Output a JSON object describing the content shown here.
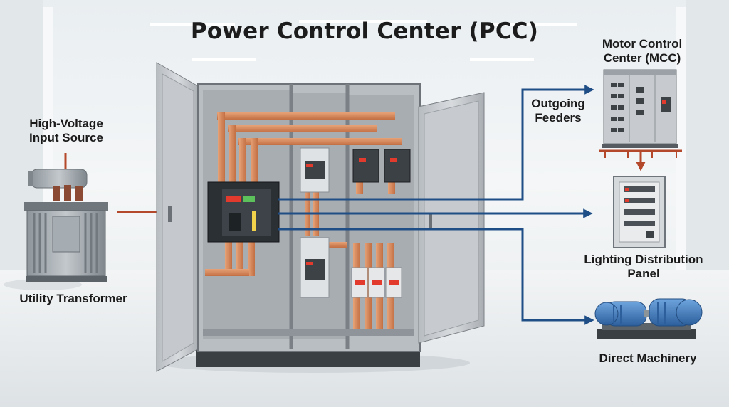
{
  "title": "Power Control Center (PCC)",
  "labels": {
    "input_source": [
      "High-Voltage",
      "Input Source"
    ],
    "utility_transformer": "Utility Transformer",
    "outgoing_feeders": [
      "Outgoing",
      "Feeders"
    ],
    "mcc": [
      "Motor Control",
      "Center (MCC)"
    ],
    "lighting_panel": [
      "Lighting Distribution",
      "Panel"
    ],
    "direct_machinery": "Direct Machinery"
  },
  "colors": {
    "input_arrow": "#b4482a",
    "feeder_arrow": "#1f4e86",
    "copper_busbar": "#d4875a",
    "cabinet_steel": "#c7cbcf",
    "motor_blue": "#3f7fc4"
  },
  "icons": [
    "transformer-icon",
    "mcc-cabinet-icon",
    "lighting-panel-icon",
    "electric-motor-icon",
    "circuit-breaker-icon"
  ]
}
